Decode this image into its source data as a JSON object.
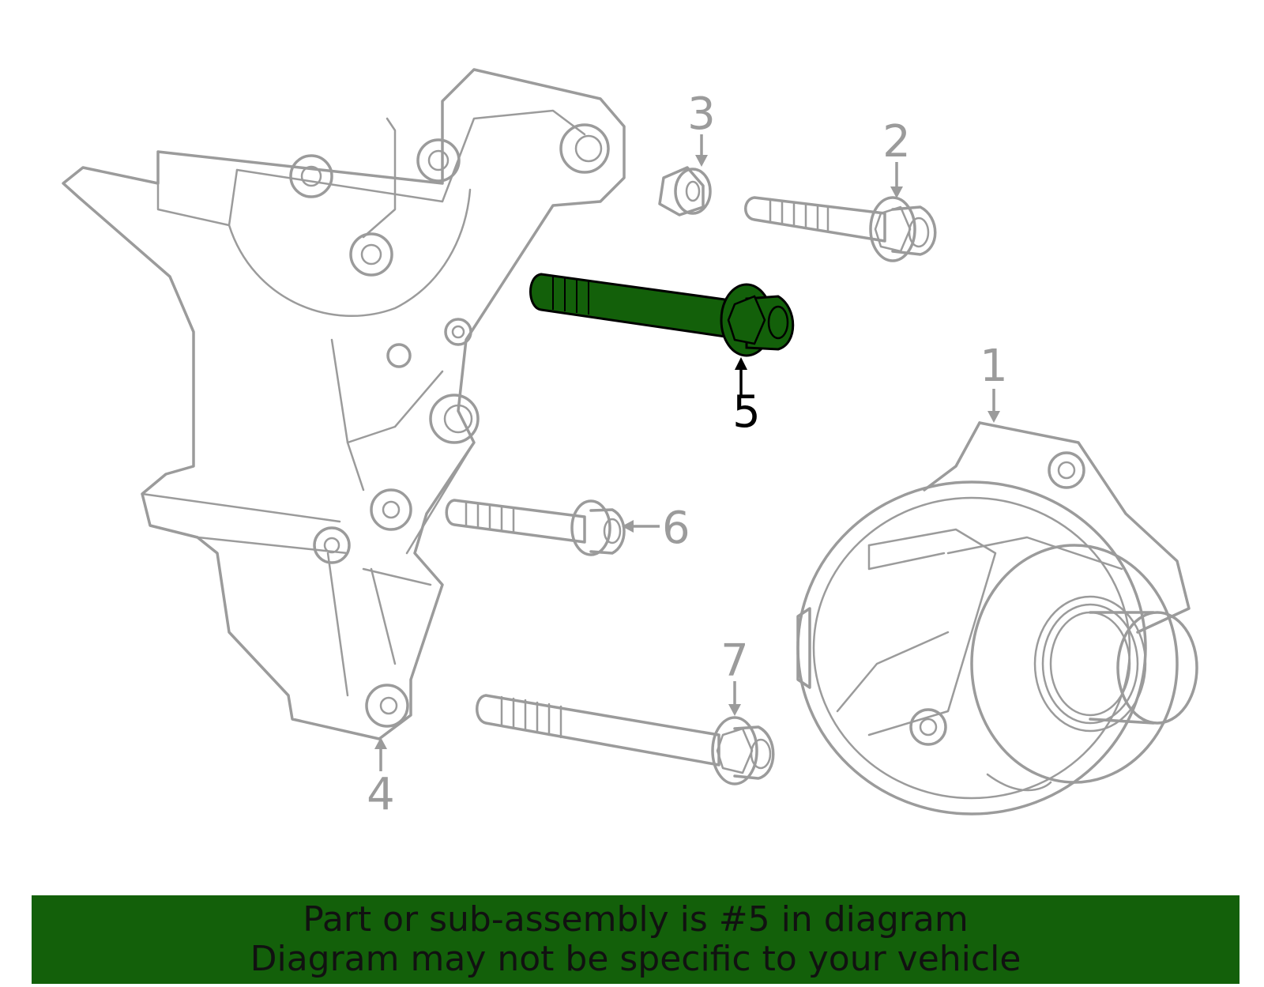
{
  "highlight_color": "#13600a",
  "callouts": {
    "c1": "1",
    "c2": "2",
    "c3": "3",
    "c4": "4",
    "c5": "5",
    "c6": "6",
    "c7": "7"
  },
  "highlighted_part": "5",
  "banner": {
    "line1": "Part or sub-assembly is #5 in diagram",
    "line2": "Diagram may not be specific to your vehicle"
  }
}
